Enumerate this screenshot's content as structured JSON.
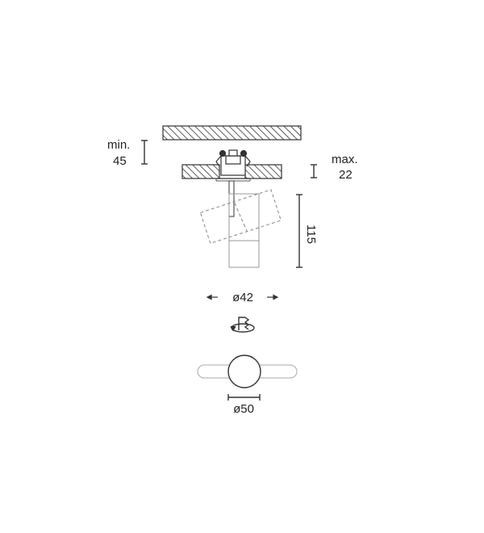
{
  "ceiling_clearance": {
    "line1": "min.",
    "line2": "45"
  },
  "ceiling_thickness": {
    "line1": "max.",
    "line2": "22"
  },
  "fixture_height": "115",
  "head_diameter": "ø42",
  "base_diameter": "ø50",
  "icons": {
    "rotation": "rotation-icon",
    "dimension_arrows": "arrow-icon"
  },
  "colors": {
    "line": "#333333",
    "light_line": "#999999",
    "hatch": "#333333"
  }
}
